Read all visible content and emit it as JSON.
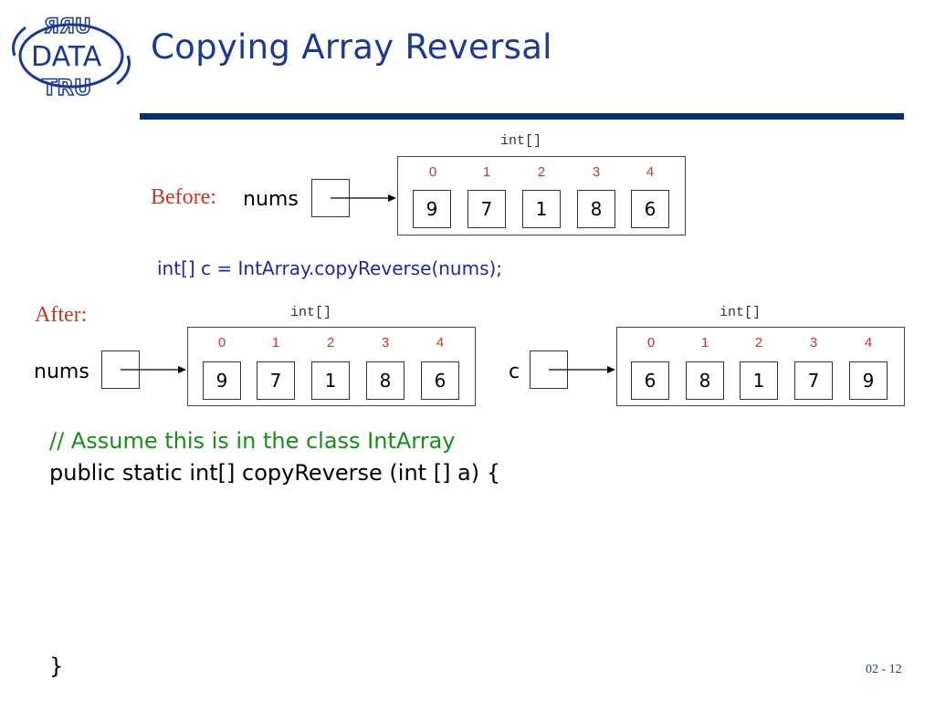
{
  "logo": {
    "text_top": "ЯЯU",
    "text_mid": "DATA",
    "text_bot": "TRU"
  },
  "slide": {
    "title": "Copying Array Reversal",
    "slide_number": "02 - 12"
  },
  "before": {
    "label": "Before:",
    "var_name": "nums",
    "array": {
      "type_label": "int[]",
      "indices": [
        "0",
        "1",
        "2",
        "3",
        "4"
      ],
      "values": [
        "9",
        "7",
        "1",
        "8",
        "6"
      ]
    }
  },
  "statement": "int[] c = IntArray.copyReverse(nums);",
  "after": {
    "label": "After:",
    "nums": {
      "var_name": "nums",
      "array": {
        "type_label": "int[]",
        "indices": [
          "0",
          "1",
          "2",
          "3",
          "4"
        ],
        "values": [
          "9",
          "7",
          "1",
          "8",
          "6"
        ]
      }
    },
    "c": {
      "var_name": "c",
      "array": {
        "type_label": "int[]",
        "indices": [
          "0",
          "1",
          "2",
          "3",
          "4"
        ],
        "values": [
          "6",
          "8",
          "1",
          "7",
          "9"
        ]
      }
    }
  },
  "code": {
    "comment": "// Assume this is in the class IntArray",
    "signature": "public static int[] copyReverse (int [] a) {",
    "closing_brace": "}"
  },
  "colors": {
    "title": "#1b3a8c",
    "rule": "#0e2f63",
    "index": "#c03b2b",
    "statement": "#1f2a8c",
    "comment": "#1b8a1b",
    "phase_label": "#c0392b"
  }
}
